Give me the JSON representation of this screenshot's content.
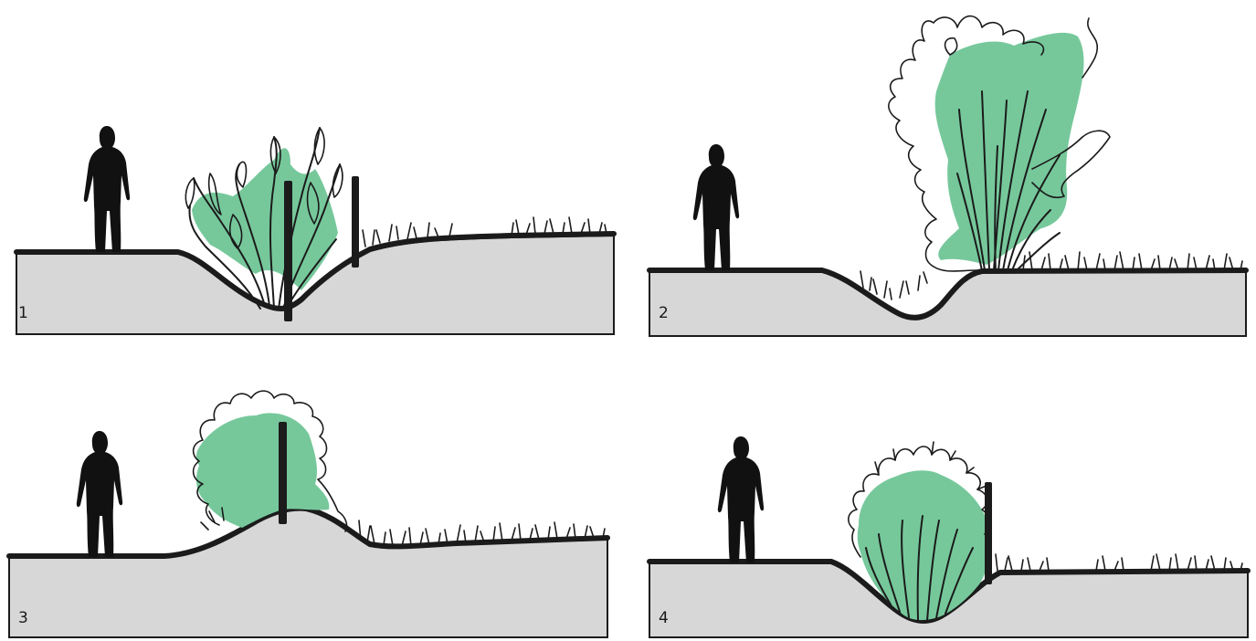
{
  "colors": {
    "foliage": "#76c89b",
    "ground": "#d7d7d7",
    "ink": "#1b1b1b",
    "background": "#ffffff"
  },
  "icons": {
    "person": "person-silhouette-icon",
    "post": "fence-post-icon",
    "shrub": "shrub-icon",
    "grass": "grass-icon"
  },
  "panels": [
    {
      "number": "1"
    },
    {
      "number": "2"
    },
    {
      "number": "3"
    },
    {
      "number": "4"
    }
  ]
}
